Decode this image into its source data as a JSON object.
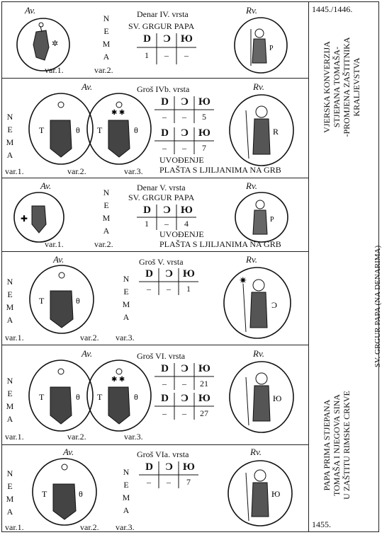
{
  "rows": [
    {
      "title1": "Denar IV. vrsta",
      "title2": "SV. GRGUR PAPA",
      "av": "Av.",
      "rv": "Rv.",
      "var1": "var.1.",
      "var2": "var.2.",
      "nema": [
        "N",
        "E",
        "M",
        "A"
      ],
      "tables": [
        {
          "head": [
            "D",
            "Ɔ",
            "Ю"
          ],
          "vals": [
            "1",
            "–",
            "–"
          ]
        }
      ],
      "coin_letter": "P"
    },
    {
      "title1": "Groš IVb. vrsta",
      "av": "Av.",
      "rv": "Rv.",
      "var1": "var.1.",
      "var2": "var.2.",
      "var3": "var.3.",
      "nema": [
        "N",
        "E",
        "M",
        "A"
      ],
      "tables": [
        {
          "head": [
            "D",
            "Ɔ",
            "Ю"
          ],
          "vals": [
            "–",
            "–",
            "5"
          ]
        },
        {
          "head": [
            "D",
            "Ɔ",
            "Ю"
          ],
          "vals": [
            "–",
            "–",
            "7"
          ]
        }
      ],
      "note1": "UVOĐENJE",
      "note2": "PLAŠTA S LJILJANIMA NA GRB",
      "coin_letters": [
        "T",
        "θ"
      ],
      "coin_letter": "R"
    },
    {
      "title1": "Denar V. vrsta",
      "title2": "SV. GRGUR PAPA",
      "av": "Av.",
      "rv": "Rv.",
      "var1": "var.1.",
      "var2": "var.2.",
      "nema": [
        "N",
        "E",
        "M",
        "A"
      ],
      "tables": [
        {
          "head": [
            "D",
            "Ɔ",
            "Ю"
          ],
          "vals": [
            "1",
            "–",
            "4"
          ]
        }
      ],
      "note1": "UVOĐENJE",
      "note2": "PLAŠTA S LJILJANIMA NA GRB",
      "coin_letter": "P"
    },
    {
      "title1": "Groš V. vrsta",
      "av": "Av.",
      "rv": "Rv.",
      "var1": "var.1.",
      "var2": "var.2.",
      "var3": "var.3.",
      "nema": [
        "N",
        "E",
        "M",
        "A"
      ],
      "tables": [
        {
          "head": [
            "D",
            "Ɔ",
            "Ю"
          ],
          "vals": [
            "–",
            "–",
            "1"
          ]
        }
      ],
      "coin_letters": [
        "T",
        "θ"
      ],
      "coin_letter": "Ɔ"
    },
    {
      "title1": "Groš VI. vrsta",
      "av": "Av.",
      "rv": "Rv.",
      "var1": "var.1.",
      "var2": "var.2.",
      "var3": "var.3.",
      "nema": [
        "N",
        "E",
        "M",
        "A"
      ],
      "tables": [
        {
          "head": [
            "D",
            "Ɔ",
            "Ю"
          ],
          "vals": [
            "–",
            "–",
            "21"
          ]
        },
        {
          "head": [
            "D",
            "Ɔ",
            "Ю"
          ],
          "vals": [
            "–",
            "–",
            "27"
          ]
        }
      ],
      "coin_letters": [
        "T",
        "θ"
      ],
      "coin_letter": "Ю"
    },
    {
      "title1": "Groš VIa. vrsta",
      "av": "Av.",
      "rv": "Rv.",
      "var1": "var.1.",
      "var2": "var.2.",
      "var3": "var.3.",
      "nema": [
        "N",
        "E",
        "M",
        "A"
      ],
      "tables": [
        {
          "head": [
            "D",
            "Ɔ",
            "Ю"
          ],
          "vals": [
            "–",
            "–",
            "7"
          ]
        }
      ],
      "coin_letters": [
        "T",
        "θ"
      ],
      "coin_letter": "Ю"
    }
  ],
  "side": {
    "date_top": "1445./1446.",
    "text_top": [
      "VJERSKA KONVERZIJA",
      "STJEPANA TOMAŠA-",
      "-PROMJENA ZAŠTITNIKA",
      "KRALJEVSTVA"
    ],
    "middle": "SV. GRGUR PAPA (NA DENARIMA)",
    "text_bottom": [
      "PAPA PRIMA STJEPANA",
      "TOMAŠA I NJEGOVA SINA",
      "U ZAŠTITU RIMSKE CRKVE"
    ],
    "date_bottom": "1455."
  }
}
